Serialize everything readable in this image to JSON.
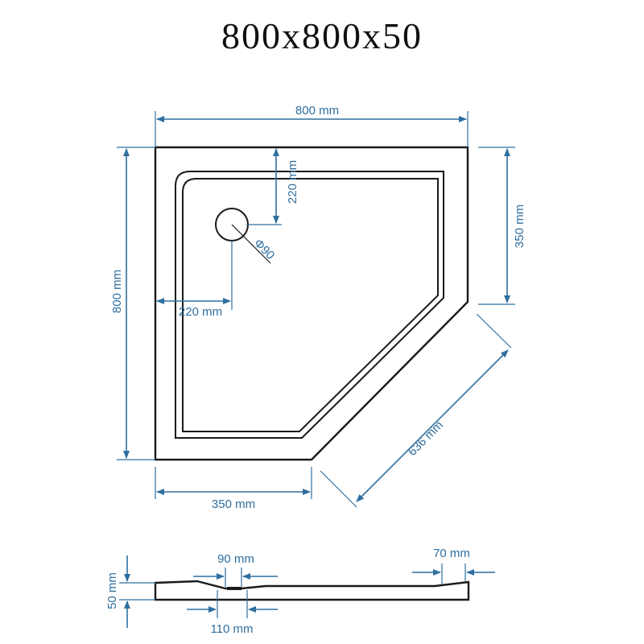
{
  "title": "800x800x50",
  "dimensions": {
    "top_width": "800 mm",
    "left_height": "800 mm",
    "right_height": "350 mm",
    "bottom_width": "350 mm",
    "diagonal": "636 mm",
    "drain_from_top": "220 mm",
    "drain_from_left": "220 mm",
    "drain_diameter": "Φ90",
    "profile_height": "50 mm",
    "drain_top": "90 mm",
    "drain_bottom": "110 mm",
    "rim_width": "70 mm"
  },
  "colors": {
    "dimension": "#2f6f9f",
    "outline": "#1a1a1a"
  }
}
